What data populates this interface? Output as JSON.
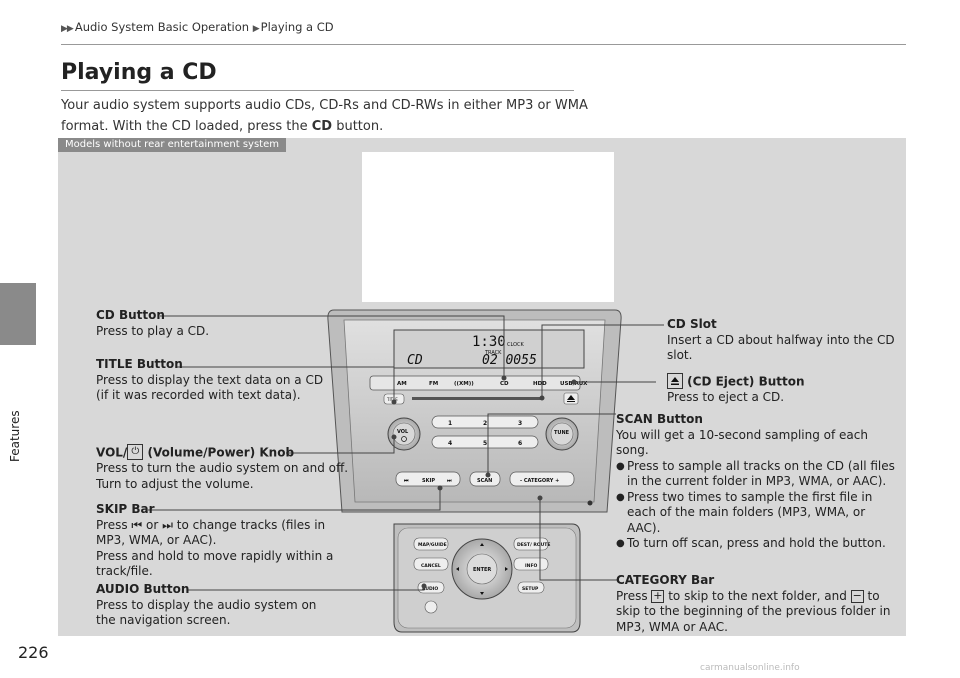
{
  "side": {
    "label": "Features"
  },
  "breadcrumb": {
    "item1": "Audio System Basic Operation",
    "item2": "Playing a CD"
  },
  "title": "Playing a CD",
  "intro": {
    "text1": "Your audio system supports audio CDs, CD-Rs and CD-RWs in either MP3 or WMA",
    "text2": "format. With the CD loaded, press the ",
    "bold": "CD",
    "text3": " button."
  },
  "models_tag": "Models without rear entertainment system",
  "labels": {
    "cd_button": {
      "title": "CD Button",
      "desc": "Press to play a CD."
    },
    "title_button": {
      "title": "TITLE Button",
      "desc1": "Press to display the text data on a CD",
      "desc2": "(if it was recorded with text data)."
    },
    "vol_knob": {
      "title_a": "VOL/",
      "title_b": " (Volume/Power) Knob",
      "desc1": "Press to turn the audio system on and off.",
      "desc2": "Turn to adjust the volume."
    },
    "skip_bar": {
      "title": "SKIP Bar",
      "d1a": "Press ",
      "d1b": " or ",
      "d1c": " to change tracks (files in",
      "d2": "MP3, WMA, or AAC).",
      "d3": "Press and hold to move rapidly within a",
      "d4": "track/file."
    },
    "audio_button": {
      "title": "AUDIO Button",
      "desc1": "Press to display the audio system on",
      "desc2": "the navigation screen."
    },
    "cd_slot": {
      "title": "CD Slot",
      "desc1": "Insert a CD about halfway into the CD",
      "desc2": "slot."
    },
    "eject": {
      "title": " (CD Eject) Button",
      "desc": "Press to eject a CD."
    },
    "scan": {
      "title": "SCAN Button",
      "desc1": "You will get a 10-second sampling of each",
      "desc2": "song.",
      "b1a": "Press to sample all tracks on the CD (all files",
      "b1b": "in the current folder in MP3, WMA, or AAC).",
      "b2a": "Press two times to sample the first file in",
      "b2b": "each of the main folders (MP3, WMA, or",
      "b2c": "AAC).",
      "b3": "To turn off scan, press and hold the button."
    },
    "category": {
      "title": "CATEGORY Bar",
      "d1a": "Press ",
      "d1b": " to skip to the next folder, and ",
      "d1c": " to",
      "d2": "skip to the beginning of the previous folder in",
      "d3": "MP3, WMA or AAC.",
      "plus": "+",
      "minus": "−"
    }
  },
  "device": {
    "display_time": "1:30",
    "display_clock": "CLOCK",
    "display_track": "TRACK",
    "display_mode": "CD",
    "display_count": "02 0055",
    "btn_am": "AM",
    "btn_fm": "FM",
    "btn_xm": "((XM))",
    "btn_cd": "CD",
    "btn_hdd": "HDD",
    "btn_usb": "USB/AUX",
    "btn_title": "TITLE",
    "presets": [
      "1",
      "2",
      "3",
      "4",
      "5",
      "6"
    ],
    "knob_vol": "VOL",
    "knob_tune": "TUNE",
    "bar_skip": "SKIP",
    "bar_scan": "SCAN",
    "bar_category": "- CATEGORY +",
    "nav_map": "MAP/GUIDE",
    "nav_dest": "DEST/ ROUTE",
    "nav_cancel": "CANCEL",
    "nav_info": "INFO",
    "nav_enter": "ENTER",
    "nav_audio": "AUDIO",
    "nav_setup": "SETUP"
  },
  "page_number": "226",
  "footer": "carmanualsonline.info",
  "colors": {
    "panel": "#d8d8d8",
    "tab": "#8a8a8a",
    "device": "#c4c4c4"
  }
}
